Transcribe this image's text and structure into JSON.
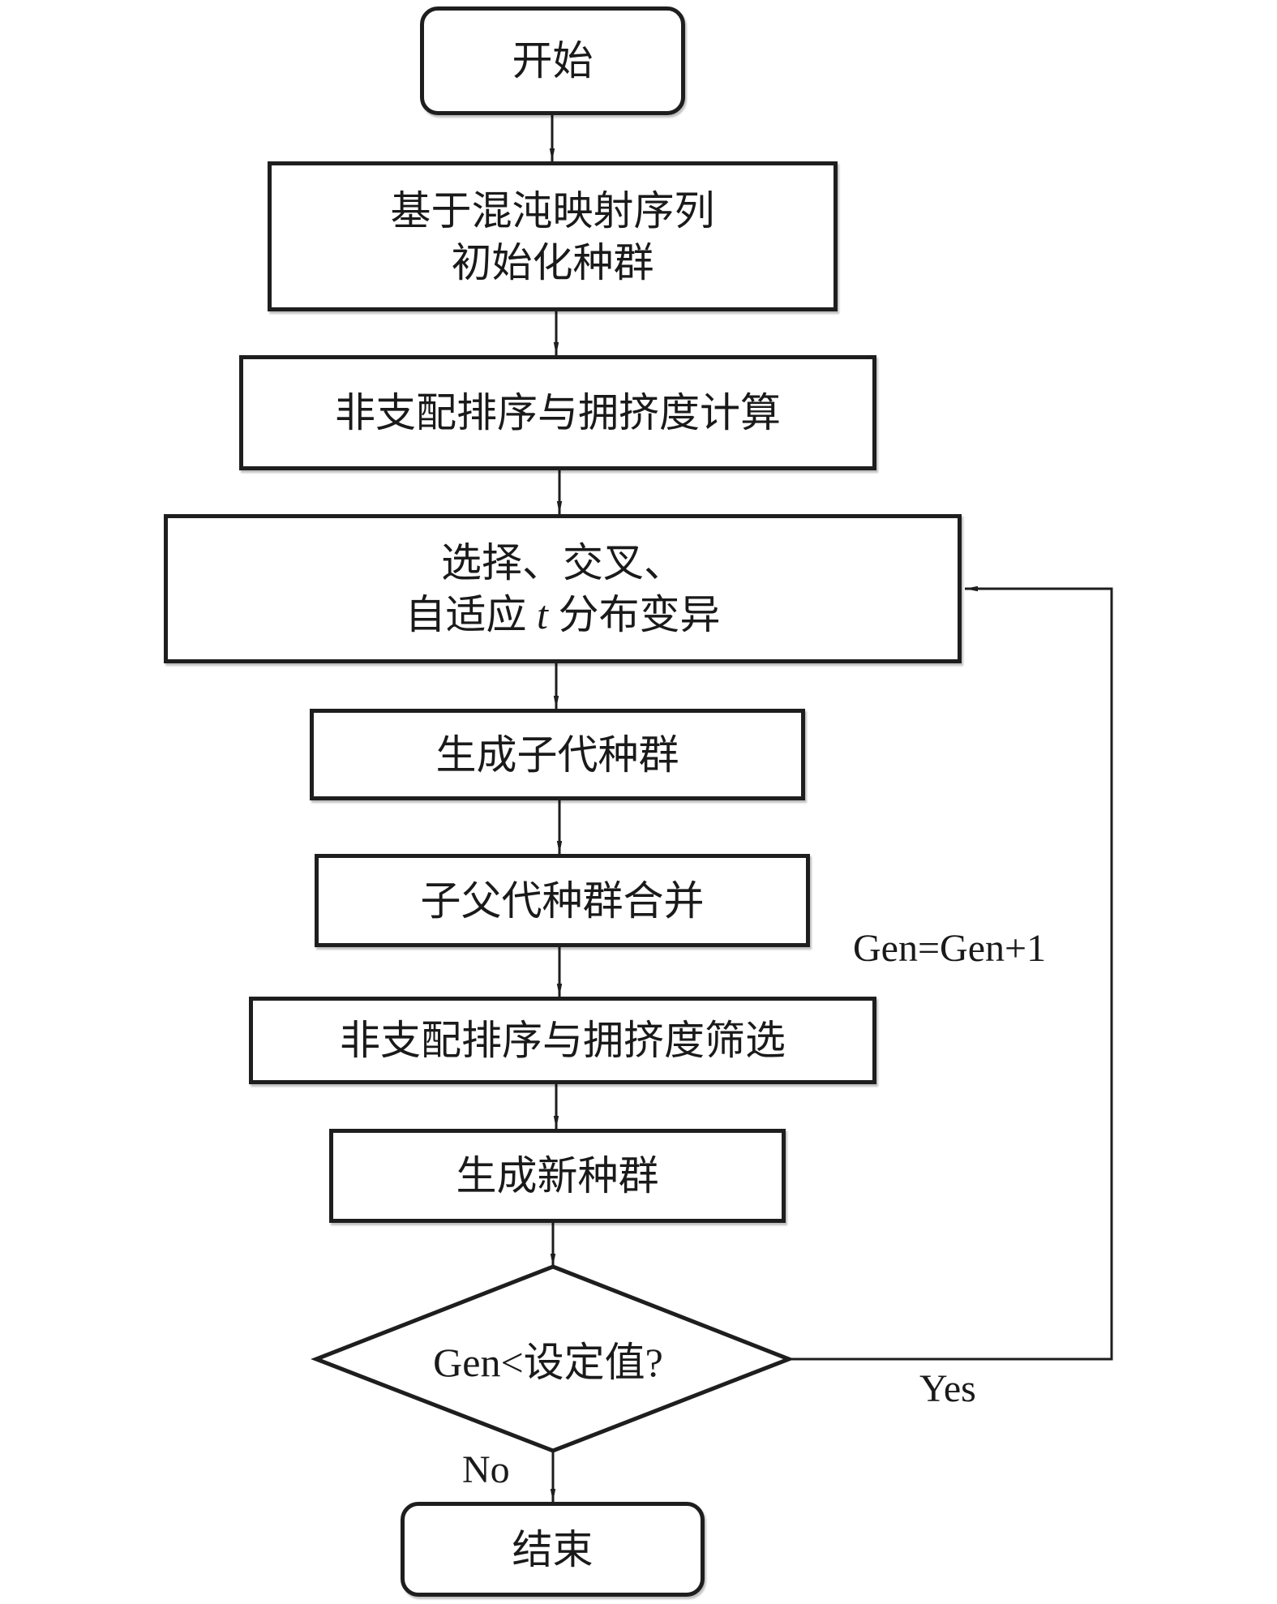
{
  "flowchart": {
    "start": "开始",
    "steps": [
      {
        "lines": [
          "基于混沌映射序列",
          "初始化种群"
        ]
      },
      {
        "lines": [
          "非支配排序与拥挤度计算"
        ]
      },
      {
        "lines": [
          "选择、交叉、",
          "自适应 t 分布变异"
        ]
      },
      {
        "lines": [
          "生成子代种群"
        ]
      },
      {
        "lines": [
          "子父代种群合并"
        ]
      },
      {
        "lines": [
          "非支配排序与拥挤度筛选"
        ]
      },
      {
        "lines": [
          "生成新种群"
        ]
      }
    ],
    "decision": "Gen<设定值?",
    "end": "结束",
    "labels": {
      "loop_update": "Gen=Gen+1",
      "yes": "Yes",
      "no": "No"
    },
    "line_color": "#1e1e1e"
  }
}
